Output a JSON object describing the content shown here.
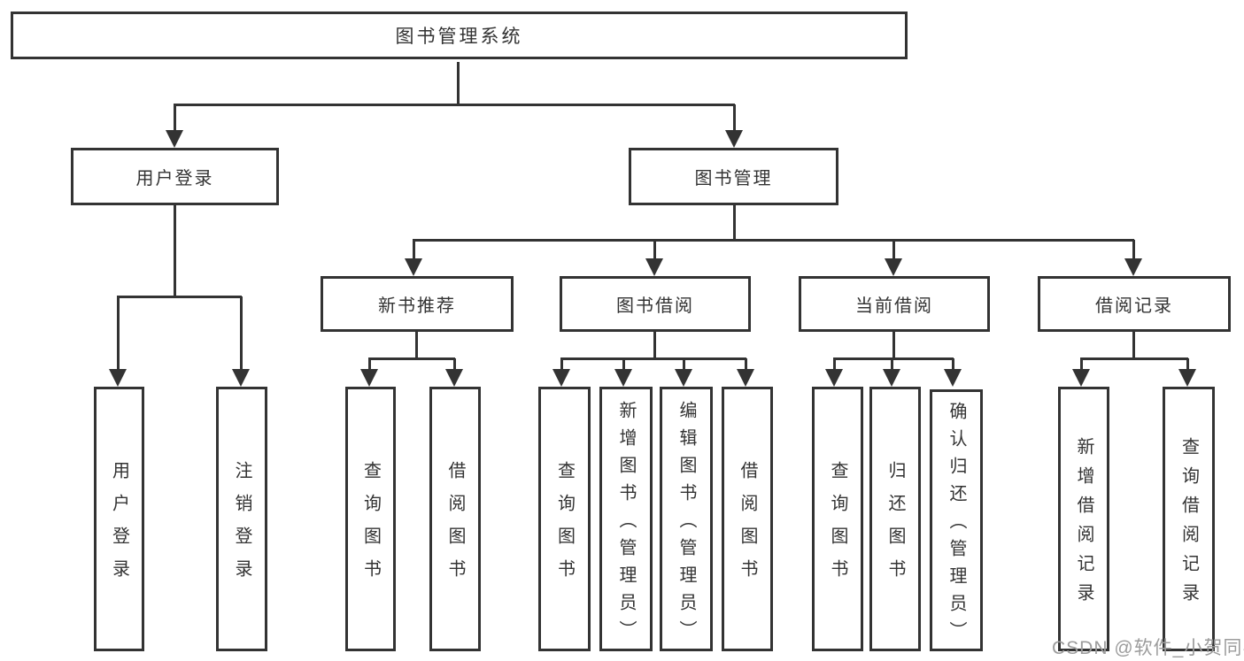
{
  "nodes": {
    "root": "图书管理系统",
    "user_login": "用户登录",
    "book_management": "图书管理",
    "new_book_recommendation": "新书推荐",
    "book_borrowing": "图书借阅",
    "current_borrowing": "当前借阅",
    "borrowing_records": "借阅记录",
    "leaf_user_login": "用户登录",
    "leaf_logout": "注销登录",
    "leaf_query_books_recommend": "查询图书",
    "leaf_borrow_books_recommend": "借阅图书",
    "leaf_query_books_borrowing": "查询图书",
    "leaf_add_books_admin": "新增图书（管理员）",
    "leaf_edit_books_admin": "编辑图书（管理员）",
    "leaf_borrow_books_borrowing": "借阅图书",
    "leaf_query_books_current": "查询图书",
    "leaf_return_books": "归还图书",
    "leaf_confirm_return_admin": "确认归还（管理员）",
    "leaf_add_borrow_record": "新增借阅记录",
    "leaf_query_borrow_record": "查询借阅记录"
  },
  "watermark": "CSDN @软件_小贺同学",
  "colors": {
    "line": "#333333",
    "text": "#333333",
    "watermark": "#9c9c9c",
    "background": "#ffffff"
  }
}
